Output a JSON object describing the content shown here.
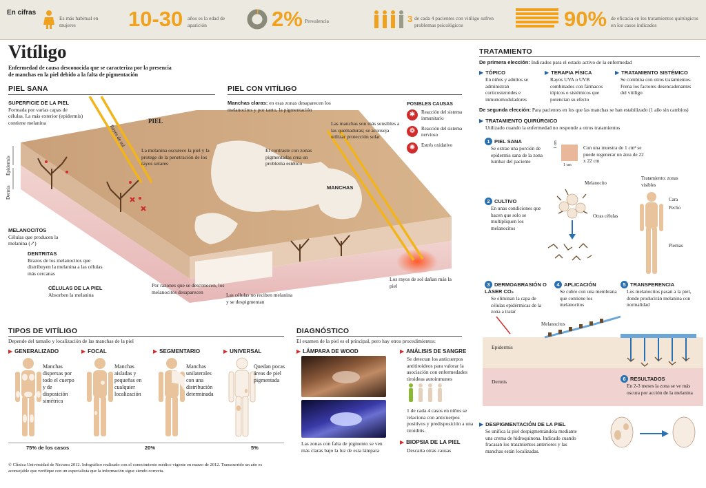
{
  "cifras": {
    "label": "En cifras",
    "item1_text": "Es más habitual en mujeres",
    "item2_big": "10-30",
    "item2_text": "años es la edad de aparición",
    "item3_big": "2%",
    "item3_text": "Prevalencia",
    "item4_big": "3",
    "item4_text": "de cada 4 pacientes con vitíligo sufren problemas psicológicos",
    "item5_big": "90%",
    "item5_text": "de eficacia en los tratamientos quirúrgicos en los casos indicados"
  },
  "title": "Vitíligo",
  "intro": "Enfermedad de causa desconocida que se caracteriza por la presencia de manchas en la piel debido a la falta de pigmentación",
  "piel_sana": {
    "heading": "PIEL SANA",
    "superficie_title": "SUPERFICIE DE LA PIEL",
    "superficie_text": "Formada por varias capas de células. La más exterior (epidermis) contiene melanina",
    "piel_label": "PIEL",
    "rayos_label": "Rayos de sol",
    "melanina_text": "La melanina oscurece la piel y la protege de la penetración de los rayos solares",
    "epidermis": "Epidermis",
    "dermis": "Dermis",
    "melanocitos_title": "MELANOCITOS",
    "melanocitos_text": "Células que producen la melanina (↗)",
    "dentritas_title": "DENTRITAS",
    "dentritas_text": "Brazos de los melanocitos que distribuyen la melanina a las células más cercanas",
    "celulas_title": "CÉLULAS DE LA PIEL",
    "celulas_text": "Absorben la melanina"
  },
  "piel_vitiligo": {
    "heading": "PIEL CON VITÍLIGO",
    "manchas_claras_title": "Manchas claras:",
    "manchas_claras_text": "en esas zonas desaparecen los melanocitos y por tanto, la pigmentación",
    "contraste_text": "El contraste con zonas pigmentadas crea un problema estético",
    "manchas_label": "MANCHAS",
    "sensibles_text": "Las manchas son más sensibles a las quemaduras; se aconseja utilizar protección solar",
    "desaparecen_text": "Por razones que se desconocen, los melanocitos desaparecen",
    "no_reciben_text": "Las células no reciben melanina y se despigmentan",
    "rayos_danan_text": "Los rayos de sol dañan más la piel"
  },
  "causas": {
    "heading": "POSIBLES CAUSAS",
    "items": [
      "Reacción del sistema inmunitario",
      "Reacción del sistema nervioso",
      "Estrés oxidativo"
    ]
  },
  "tipos": {
    "heading": "TIPOS DE VITÍLIGO",
    "sub": "Depende del tamaño y localización de las manchas de la piel",
    "items": [
      {
        "name": "GENERALIZADO",
        "text": "Manchas dispersas por todo el cuerpo y de disposición simétrica",
        "pct": "75% de los casos"
      },
      {
        "name": "FOCAL",
        "text": "Manchas aisladas y pequeñas en cualquier localización",
        "pct": ""
      },
      {
        "name": "SEGMENTARIO",
        "text": "Manchas unilaterales con una distribución determinada",
        "pct": "20%"
      },
      {
        "name": "UNIVERSAL",
        "text": "Quedan pocas áreas de piel pigmentada",
        "pct": "5%"
      }
    ]
  },
  "diagnostico": {
    "heading": "DIAGNÓSTICO",
    "sub": "El examen de la piel es el principal, pero hay otros procedimientos:",
    "wood_title": "LÁMPARA DE WOOD",
    "wood_caption": "Las zonas con falta de pigmento se ven más claras bajo la luz de esta lámpara",
    "sangre_title": "ANÁLISIS DE SANGRE",
    "sangre_text": "Se detectan los anticuerpos antitiroideos para valorar la asociación con enfermedades tiroideas autoinmunes",
    "sangre_stat": "1 de cada 4 casos en niños se relaciona con anticuerpos positivos y predisposición a una tiroiditis.",
    "biopsia_title": "BIOPSIA DE LA PIEL",
    "biopsia_text": "Descarta otras causas"
  },
  "tratamiento": {
    "heading": "TRATAMIENTO",
    "primera_label": "De primera elección:",
    "primera_text": "Indicados para el estado activo de la enfermedad",
    "topico_title": "TÓPICO",
    "topico_text": "En niños y adultos se administran corticosteroides e inmunomoduladores",
    "fisica_title": "TERAPIA FÍSICA",
    "fisica_text": "Rayos UVA o UVB combinados con fármacos tópicos o sistémicos que potencian su efecto",
    "sistemico_title": "TRATAMIENTO SISTÉMICO",
    "sistemico_text": "Se combina con otros tratamientos. Frena los factores desencadenantes del vitíligo",
    "segunda_label": "De segunda elección:",
    "segunda_text": "Para pacientes en los que las manchas se han estabilizado (1 año sin cambios)",
    "quirurgico_title": "TRATAMIENTO QUIRÚRGICO",
    "quirurgico_text": "Utilizado cuando la enfermedad no responde a otros tratamientos",
    "step1_title": "PIEL SANA",
    "step1_text": "Se extrae una porción de epidermis sana de la zona lumbar del paciente",
    "muestra_text": "Con una muestra de 1 cm² se puede regenerar un área de 22 x 22 cm",
    "cm_label": "1 cm",
    "step2_title": "CULTIVO",
    "step2_text": "En unas condiciones que hacen que solo se multipliquen los melanocitos",
    "melanocito_label": "Melanocito",
    "otras_label": "Otras células",
    "tratamiento_zonas": "Tratamiento: zonas visibles",
    "cara": "Cara",
    "pecho": "Pecho",
    "piernas": "Piernas",
    "step3_title": "DERMOABRASIÓN O LÁSER CO₂",
    "step3_text": "Se eliminan la capa de células epidérmicas de la zona a tratar",
    "step4_title": "APLICACIÓN",
    "step4_text": "Se cubre con una membrana que contiene los melanocitos",
    "step5_title": "TRANSFERENCIA",
    "step5_text": "Los melanocitos pasan a la piel, donde producirán melanina con normalidad",
    "melanocitos_label": "Melanocitos",
    "epidermis": "Epidermis",
    "dermis": "Dermis",
    "step6_title": "RESULTADOS",
    "step6_text": "En 2-3 meses la zona se ve más oscura por acción de la melanina",
    "despig_title": "DESPIGMENTACIÓN DE LA PIEL",
    "despig_text": "Se unifica la piel despigmentándola mediante una crema de hidroquinona. Indicado cuando fracasan los tratamientos anteriores y las manchas están localizadas."
  },
  "footer": "© Clínica Universidad de Navarra 2012. Infográfico realizado con el conocimiento médico vigente en marzo de 2012. Transcurrido un año es aconsejable que verifique con un especialista que la información sigue siendo correcta.",
  "colors": {
    "accent": "#f0a21e",
    "red": "#d12c2c",
    "blue": "#2a6fb0",
    "skin": "#e9c39c"
  }
}
